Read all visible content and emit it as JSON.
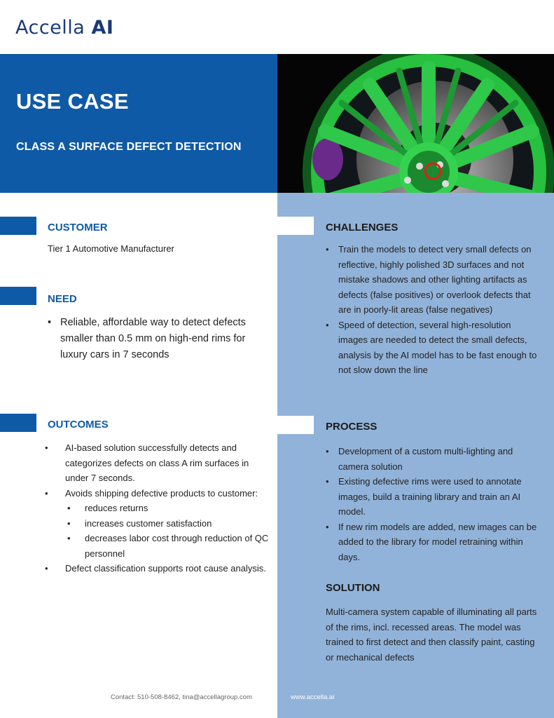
{
  "brand": {
    "name_part1": "Accella",
    "name_part2": "AI"
  },
  "hero": {
    "title": "USE CASE",
    "subtitle": "CLASS A SURFACE DEFECT DETECTION"
  },
  "customer": {
    "heading": "CUSTOMER",
    "text": "Tier 1 Automotive Manufacturer"
  },
  "need": {
    "heading": "NEED",
    "bullets": [
      "Reliable, affordable way to detect defects smaller than 0.5 mm on high-end rims for luxury cars in 7 seconds"
    ]
  },
  "outcomes": {
    "heading": "OUTCOMES",
    "items": [
      "AI-based solution successfully detects and categorizes defects on class A rim surfaces in under 7 seconds.",
      "Avoids shipping defective products to customer:",
      "reduces returns",
      "increases customer satisfaction",
      "decreases labor cost through reduction of QC personnel",
      "Defect classification supports root cause analysis."
    ]
  },
  "challenges": {
    "heading": "CHALLENGES",
    "bullets": [
      "Train the models to detect very small defects on reflective, highly polished 3D surfaces and not mistake shadows and other lighting artifacts as defects (false positives) or overlook defects that are in poorly-lit areas (false negatives)",
      "Speed of detection, several high-resolution images are needed to detect the small defects, analysis by the AI model has to be fast enough to not slow down the line"
    ]
  },
  "process": {
    "heading": "PROCESS",
    "bullets": [
      "Development of a custom multi-lighting and camera solution",
      "Existing defective rims were used to annotate images, build a training library and train an AI model.",
      "If new rim models are added, new images can be added to the library for model retraining within days."
    ]
  },
  "solution": {
    "heading": "SOLUTION",
    "text": "Multi-camera system capable of illuminating all parts of the rims, incl. recessed areas. The model was trained to first detect and then classify paint, casting or mechanical defects"
  },
  "footer": {
    "contact": "Contact: 510-508-8462, tina@accellagroup.com",
    "website": "www.accella.ai"
  },
  "colors": {
    "primary_blue": "#0f5aa6",
    "panel_blue": "#92b3d9",
    "rim_green": "#22b83a",
    "defect_red": "#e0201a"
  },
  "icons": {
    "logo": "accella-ai-logo"
  }
}
